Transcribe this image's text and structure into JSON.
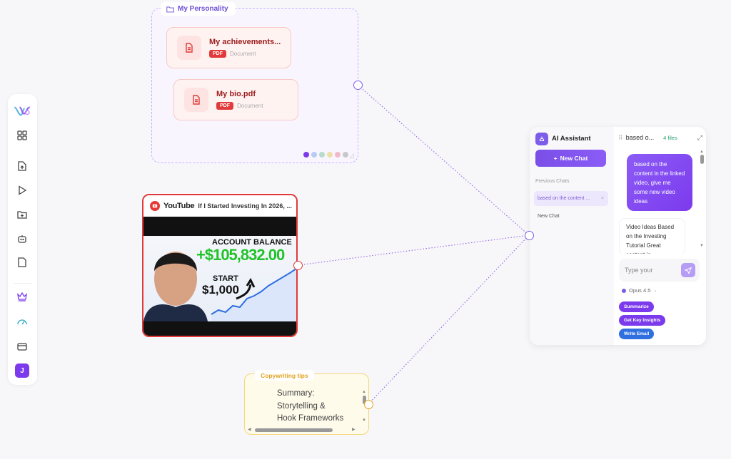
{
  "sidebar": {
    "logo": "app-logo",
    "items": [
      {
        "icon": "grid-icon",
        "label": "Dashboard"
      },
      {
        "icon": "file-upload-icon",
        "label": "Upload File"
      },
      {
        "icon": "play-icon",
        "label": "Video"
      },
      {
        "icon": "folder-plus-icon",
        "label": "New Folder"
      },
      {
        "icon": "bot-icon",
        "label": "AI Assistant"
      },
      {
        "icon": "file-icon",
        "label": "Note"
      },
      {
        "icon": "crown-icon",
        "label": "Upgrade"
      },
      {
        "icon": "speedometer-icon",
        "label": "Usage"
      },
      {
        "icon": "credit-card-icon",
        "label": "Billing"
      }
    ],
    "avatar_initial": "J"
  },
  "group": {
    "label": "My Personality",
    "files": [
      {
        "title": "My achievements...",
        "badge": "PDF",
        "type": "Document"
      },
      {
        "title": "My bio.pdf",
        "badge": "PDF",
        "type": "Document"
      }
    ],
    "color_options": [
      "#7c3aed",
      "#b9cbf5",
      "#b6dccb",
      "#ece0a6",
      "#f1b8c9",
      "#c8c8cc"
    ]
  },
  "youtube": {
    "brand": "YouTube",
    "title": "If I Started Investing In 2026, ...",
    "thumbnail": {
      "headline": "ACCOUNT BALANCE",
      "amount": "+$105,832.00",
      "start_label": "START",
      "start_amount": "$1,000"
    }
  },
  "ai_assistant": {
    "title": "AI Assistant",
    "new_chat_label": "New Chat",
    "previous_chats_label": "Previous Chats",
    "chats": [
      {
        "label": "based on the content ...",
        "active": true
      },
      {
        "label": "New Chat",
        "active": false
      }
    ],
    "current_chat_title": "based o...",
    "files_count": "4 files",
    "messages": [
      {
        "role": "user",
        "text": "based on the content in the linked video, give me some new video ideas"
      },
      {
        "role": "assistant",
        "text": "Video Ideas Based on the Investing Tutorial Great content in..."
      }
    ],
    "input_placeholder": "Type your",
    "model": "Opus 4.5",
    "quick_actions": [
      {
        "label": "Summarize",
        "color": "#7c3aed"
      },
      {
        "label": "Get Key Insights",
        "color": "#7c3aed"
      },
      {
        "label": "Write Email",
        "color": "#2f6fe0"
      }
    ]
  },
  "note": {
    "label": "Copywriting tips",
    "text_lines": [
      "Summary:",
      "Storytelling &",
      "Hook Frameworks"
    ]
  },
  "colors": {
    "accent": "#7c3aed",
    "wire": "#9b6fe0",
    "youtube_red": "#e03a3a",
    "note_yellow": "#f3d77a"
  }
}
